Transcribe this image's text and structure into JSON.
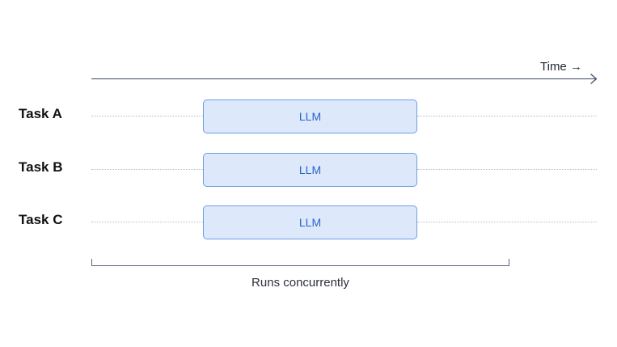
{
  "axis": {
    "label": "Time →"
  },
  "tasks": [
    {
      "label": "Task A",
      "block_label": "LLM"
    },
    {
      "label": "Task B",
      "block_label": "LLM"
    },
    {
      "label": "Task C",
      "block_label": "LLM"
    }
  ],
  "bracket": {
    "label": "Runs concurrently"
  },
  "colors": {
    "block_fill": "#dde8fb",
    "block_border": "#6e9ee6",
    "block_text": "#2a66c9",
    "axis_line": "#3a4868",
    "dotted_line": "#b9bcc4"
  }
}
